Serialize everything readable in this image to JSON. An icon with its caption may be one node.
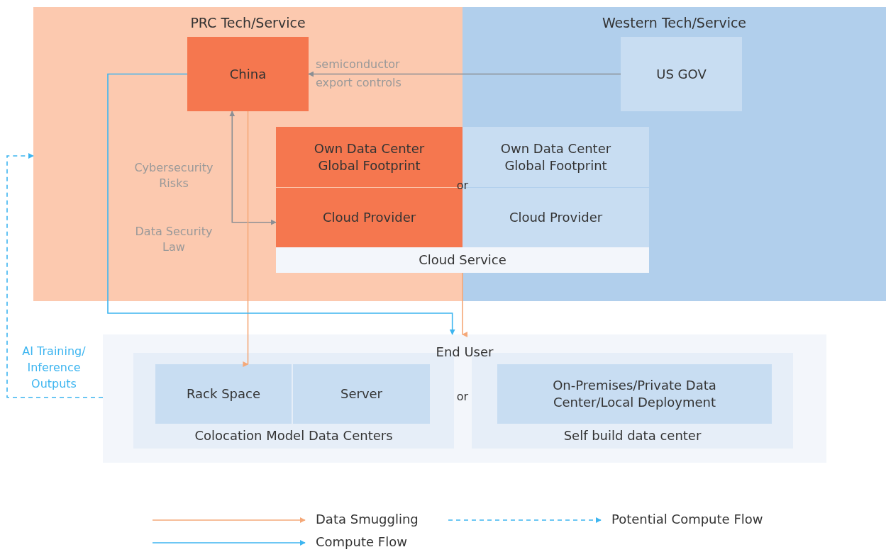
{
  "diagram": {
    "nodes": [
      {
        "text": [
          "PRC Tech/Service"
        ]
      },
      {
        "text": [
          "Western Tech/Service"
        ]
      },
      {
        "text": [
          "China"
        ],
        "in": 0
      },
      {
        "text": [
          "US GOV"
        ],
        "in": 1
      },
      {
        "text": [
          "Cloud Service"
        ]
      },
      {
        "text": [
          "Own Data Center Global Footprint"
        ],
        "in": 0
      },
      {
        "text": [
          "Cloud Provider"
        ],
        "in": 0
      },
      {
        "text": [
          "Own Data Center Global Footprint"
        ],
        "in": 1
      },
      {
        "text": [
          "Cloud Provider"
        ],
        "in": 1
      },
      {
        "text": [
          "End User"
        ]
      },
      {
        "text": [
          "Colocation Model Data Centers"
        ],
        "in": 9
      },
      {
        "text": [
          "Rack Space"
        ],
        "in": 10
      },
      {
        "text": [
          "Server"
        ],
        "in": 10
      },
      {
        "text": [
          "Self build data center"
        ],
        "in": 9
      },
      {
        "text": [
          "On-Premises/Private Data Center/Local Deployment"
        ],
        "in": 13
      }
    ],
    "edges": [
      {
        "from": 3,
        "to": 2,
        "arrow": "to",
        "label": "semiconductor export controls",
        "color": "#8c8f94"
      },
      {
        "from": 2,
        "to": 6,
        "arrow": "both",
        "color": "#8c8f94"
      },
      {
        "from": 2,
        "to": 11,
        "arrow": "to",
        "color": "#f5a878"
      },
      {
        "from": 2,
        "to": 9,
        "arrow": "to",
        "color": "#3db5f0"
      },
      {
        "from": 4,
        "to": 9,
        "arrow": "to",
        "color": "#f5a878"
      },
      {
        "from": 9,
        "to": 0,
        "arrow": "to",
        "label": "AI Training/ Inference Outputs",
        "style": "dashed",
        "color": "#3db5f0"
      }
    ],
    "labels": [
      "Cybersecurity Risks",
      "or",
      "Data Security Law",
      "or"
    ],
    "legend": [
      {
        "text": "Data Smuggling"
      },
      {
        "text": "Potential Compute Flow"
      },
      {
        "text": "Compute Flow"
      }
    ]
  }
}
